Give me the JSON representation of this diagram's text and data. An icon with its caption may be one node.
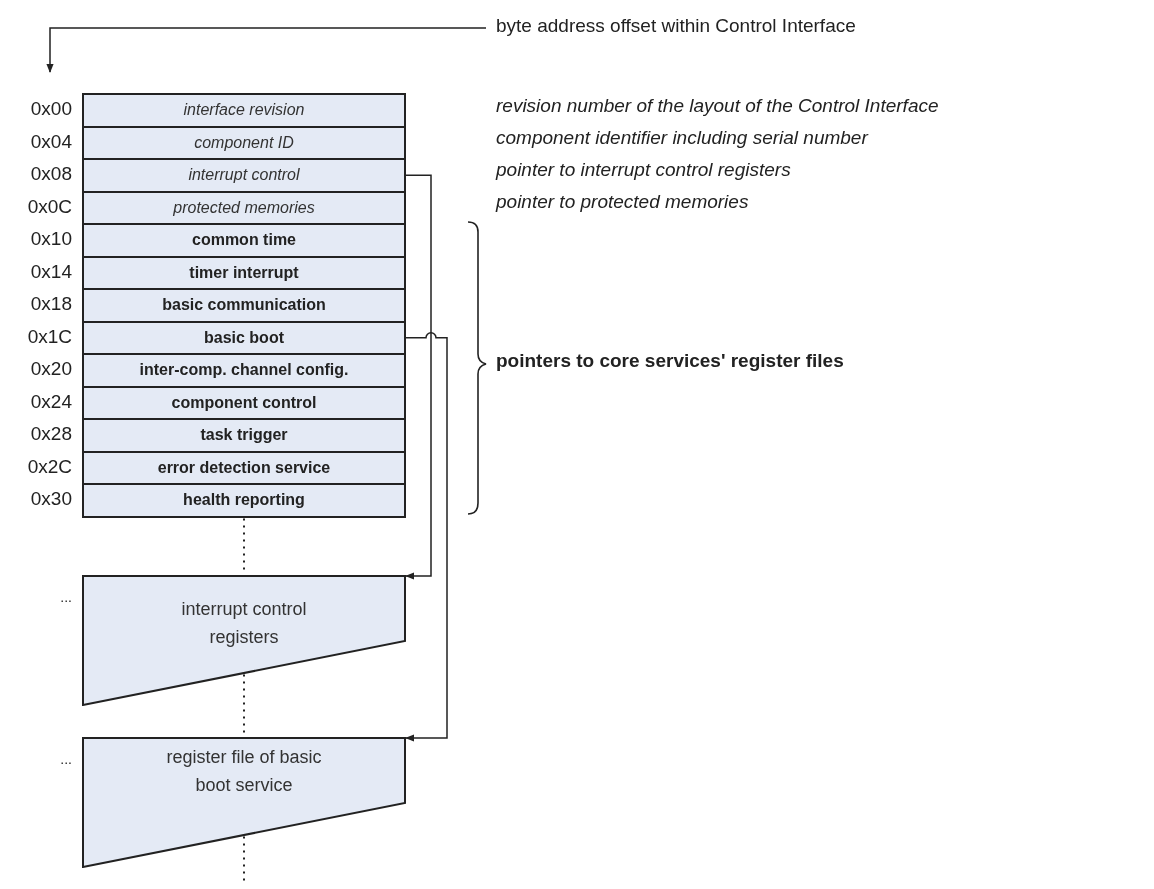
{
  "diagram": {
    "nodes": [
      {
        "text": [
          "byte address offset within Control Interface"
        ]
      },
      {
        "text": [
          "interface revision"
        ],
        "beside": [
          "0x00"
        ]
      },
      {
        "text": [
          "component ID"
        ],
        "beside": [
          "0x04"
        ]
      },
      {
        "text": [
          "interrupt control"
        ],
        "beside": [
          "0x08"
        ]
      },
      {
        "text": [
          "protected memories"
        ],
        "beside": [
          "0x0C"
        ]
      },
      {
        "text": [
          "common time"
        ],
        "beside": [
          "0x10"
        ]
      },
      {
        "text": [
          "timer interrupt"
        ],
        "beside": [
          "0x14"
        ]
      },
      {
        "text": [
          "basic communication"
        ],
        "beside": [
          "0x18"
        ]
      },
      {
        "text": [
          "basic boot"
        ],
        "beside": [
          "0x1C"
        ]
      },
      {
        "text": [
          "inter-comp. channel config."
        ],
        "beside": [
          "0x20"
        ]
      },
      {
        "text": [
          "component control"
        ],
        "beside": [
          "0x24"
        ]
      },
      {
        "text": [
          "task trigger"
        ],
        "beside": [
          "0x28"
        ]
      },
      {
        "text": [
          "error detection service"
        ],
        "beside": [
          "0x2C"
        ]
      },
      {
        "text": [
          "health reporting"
        ],
        "beside": [
          "0x30"
        ]
      },
      {
        "text": [
          "interrupt control registers"
        ],
        "beside": [
          "..."
        ]
      },
      {
        "text": [
          "register file of basic boot service"
        ],
        "beside": [
          "..."
        ]
      }
    ],
    "edges": [
      {
        "from": 0,
        "to": null,
        "arrow": "to"
      },
      {
        "from": 3,
        "to": 14,
        "arrow": "to"
      },
      {
        "from": 8,
        "to": 15,
        "arrow": "to"
      },
      {
        "from": 13,
        "to": 14,
        "arrow": "none",
        "style": "dashed"
      },
      {
        "from": 14,
        "to": 15,
        "arrow": "none",
        "style": "dashed"
      },
      {
        "from": 15,
        "to": null,
        "arrow": "none",
        "style": "dashed"
      }
    ],
    "labels": [
      "revision number of the layout of the Control Interface",
      "component identifier including serial number",
      "pointer to interrupt control registers",
      "pointer to protected memories",
      "pointers to core services' register files"
    ]
  }
}
